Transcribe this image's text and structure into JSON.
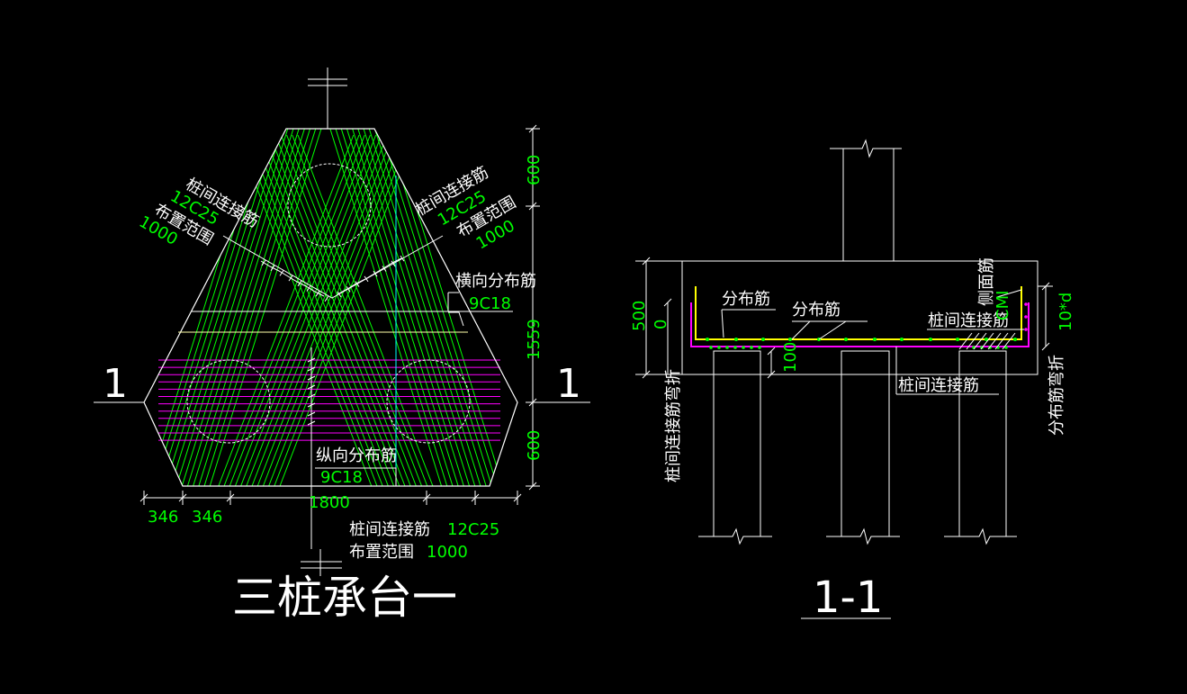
{
  "plan": {
    "title": "三桩承台一",
    "section_mark": "1",
    "labels": {
      "left_tie_name": "桩间连接筋",
      "left_tie_spec": "12C25",
      "left_range_name": "布置范围",
      "left_range_value": "1000",
      "right_tie_name": "桩间连接筋",
      "right_tie_spec": "12C25",
      "right_range_name": "布置范围",
      "right_range_value": "1000",
      "transverse_name": "横向分布筋",
      "transverse_spec": "9C18",
      "longitudinal_name": "纵向分布筋",
      "longitudinal_spec": "9C18",
      "bottom_tie_name": "桩间连接筋",
      "bottom_tie_spec": "12C25",
      "bottom_range_name": "布置范围",
      "bottom_range_value": "1000"
    },
    "dimensions": {
      "right_top": "600",
      "right_mid": "1559",
      "right_bottom": "600",
      "bottom_a": "346",
      "bottom_b": "346",
      "bottom_total": "1800"
    }
  },
  "section": {
    "title": "1-1",
    "labels": {
      "dist_bar_1": "分布筋",
      "dist_bar_2": "分布筋",
      "side_bar": "侧面筋",
      "side_bar_spec": "CMI",
      "tie_bar_right": "桩间连接筋",
      "tie_bar_bottom": "桩间连接筋",
      "tie_bar_bend": "桩间连接筋弯折",
      "dist_bar_bend": "分布筋弯折",
      "bend_length": "10*d"
    },
    "dimensions": {
      "height": "500",
      "zero": "0",
      "embed": "100"
    }
  },
  "colors": {
    "outline": "#ffffff",
    "green_hatch": "#00ff00",
    "magenta_bars": "#ff00ff",
    "yellow_bars": "#ffff00",
    "cyan_line": "#00ffff",
    "dimension_text": "#00ff00"
  }
}
